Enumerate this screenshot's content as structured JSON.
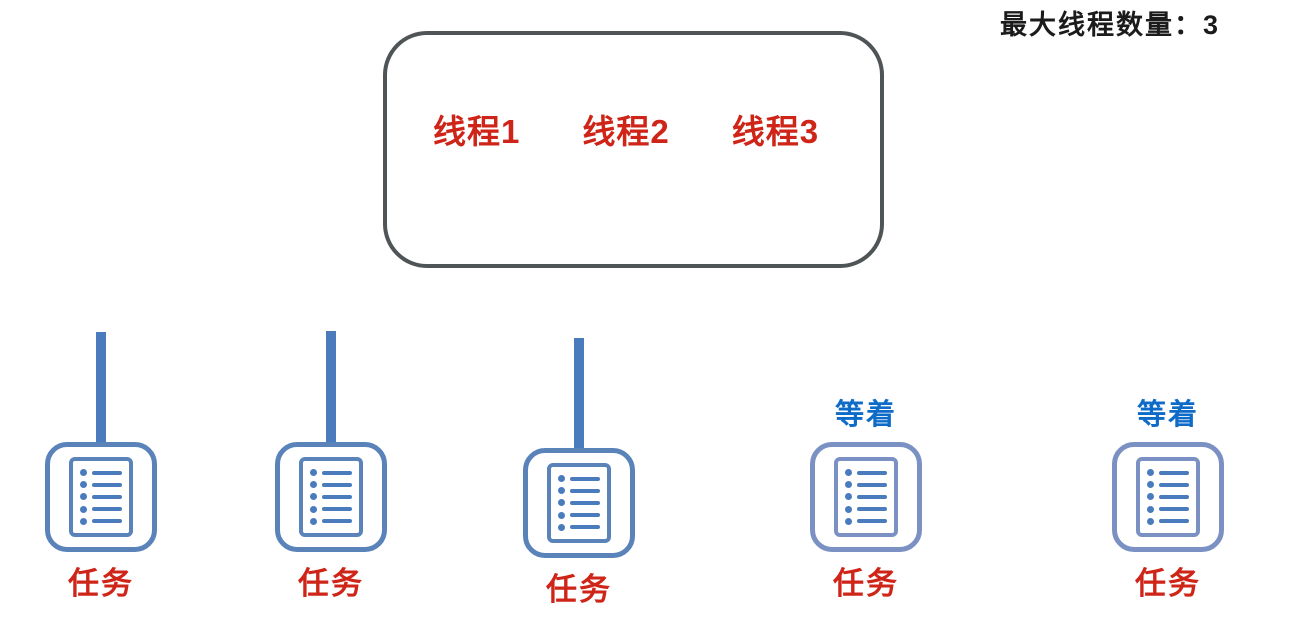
{
  "header": {
    "max_threads_label": "最大线程数量：3"
  },
  "thread_pool": {
    "threads": [
      {
        "label": "线程1"
      },
      {
        "label": "线程2"
      },
      {
        "label": "线程3"
      }
    ]
  },
  "tasks": [
    {
      "label": "任务",
      "status": "assigned-to-thread",
      "connected": true
    },
    {
      "label": "任务",
      "status": "assigned-to-thread",
      "connected": true
    },
    {
      "label": "任务",
      "status": "assigned-to-thread",
      "connected": true
    },
    {
      "label": "任务",
      "status": "waiting",
      "status_label": "等着",
      "connected": false
    },
    {
      "label": "任务",
      "status": "waiting",
      "status_label": "等着",
      "connected": false
    }
  ],
  "icons": {
    "task_icon": "checklist-icon"
  },
  "colors": {
    "background": "#ffffff",
    "black_text": "#1b1b1b",
    "red_text": "#cf2418",
    "blue_text": "#0f6bc8",
    "connector_blue": "#4a7cbd",
    "active_icon_border": "#5a83ba",
    "waiting_icon_border": "#7b90c3",
    "pool_border": "#4f5456"
  }
}
